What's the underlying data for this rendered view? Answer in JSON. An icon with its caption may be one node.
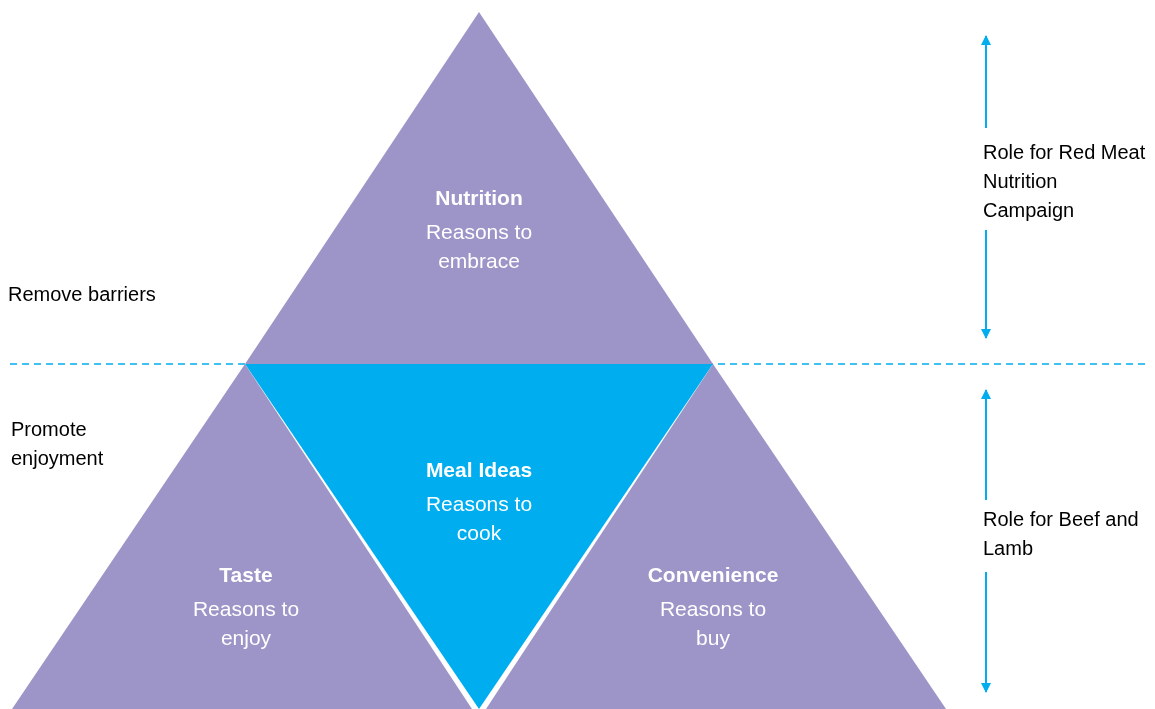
{
  "diagram": {
    "nodes": [
      {
        "text": [
          "Nutrition",
          "Reasons to embrace"
        ]
      },
      {
        "text": [
          "Meal Ideas",
          "Reasons to cook"
        ]
      },
      {
        "text": [
          "Taste",
          "Reasons to enjoy"
        ]
      },
      {
        "text": [
          "Convenience",
          "Reasons to buy"
        ]
      }
    ],
    "labels": [
      "Remove barriers",
      "Promote enjoyment",
      "Role for Red Meat Nutrition Campaign",
      "Role for Beef and Lamb"
    ]
  }
}
